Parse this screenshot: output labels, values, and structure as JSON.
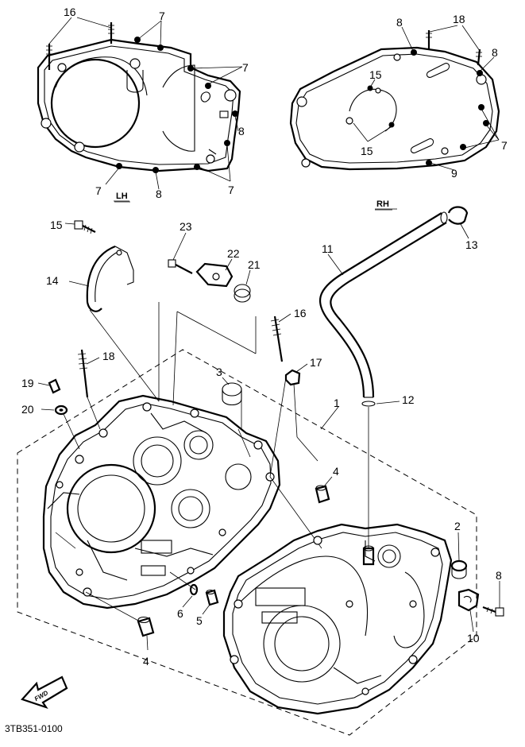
{
  "diagram": {
    "side_labels": {
      "left": "LH",
      "right": "RH"
    },
    "part_code": "3TB351-0100",
    "forward_label": "FWD",
    "callouts": [
      {
        "id": "c16a",
        "text": "16"
      },
      {
        "id": "c7a",
        "text": "7"
      },
      {
        "id": "c7b",
        "text": "7"
      },
      {
        "id": "c8a",
        "text": "8"
      },
      {
        "id": "c7c",
        "text": "7"
      },
      {
        "id": "c8b",
        "text": "8"
      },
      {
        "id": "c7d",
        "text": "7"
      },
      {
        "id": "c8c",
        "text": "8"
      },
      {
        "id": "c18a",
        "text": "18"
      },
      {
        "id": "c8d",
        "text": "8"
      },
      {
        "id": "c15a",
        "text": "15"
      },
      {
        "id": "c15b",
        "text": "15"
      },
      {
        "id": "c7e",
        "text": "7"
      },
      {
        "id": "c9",
        "text": "9"
      },
      {
        "id": "c15c",
        "text": "15"
      },
      {
        "id": "c23",
        "text": "23"
      },
      {
        "id": "c13",
        "text": "13"
      },
      {
        "id": "c11",
        "text": "11"
      },
      {
        "id": "c22",
        "text": "22"
      },
      {
        "id": "c21",
        "text": "21"
      },
      {
        "id": "c14",
        "text": "14"
      },
      {
        "id": "c16b",
        "text": "16"
      },
      {
        "id": "c18b",
        "text": "18"
      },
      {
        "id": "c17",
        "text": "17"
      },
      {
        "id": "c3",
        "text": "3"
      },
      {
        "id": "c19",
        "text": "19"
      },
      {
        "id": "c12",
        "text": "12"
      },
      {
        "id": "c20",
        "text": "20"
      },
      {
        "id": "c1",
        "text": "1"
      },
      {
        "id": "c4a",
        "text": "4"
      },
      {
        "id": "c2",
        "text": "2"
      },
      {
        "id": "c8e",
        "text": "8"
      },
      {
        "id": "c6",
        "text": "6"
      },
      {
        "id": "c5",
        "text": "5"
      },
      {
        "id": "c10",
        "text": "10"
      },
      {
        "id": "c4b",
        "text": "4"
      }
    ]
  }
}
